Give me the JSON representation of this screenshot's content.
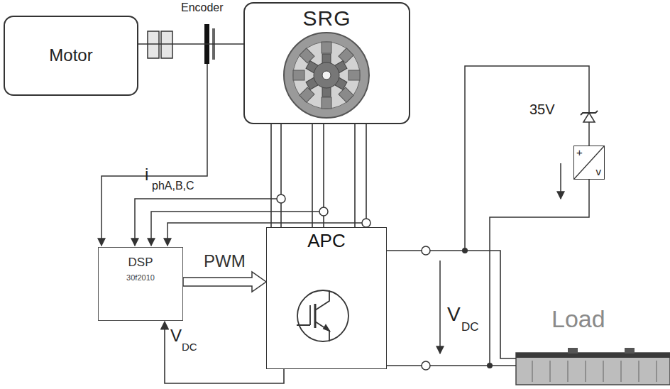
{
  "diagram": {
    "nodes": [
      {
        "text": [
          "Motor"
        ]
      },
      {
        "text": [
          "SRG"
        ]
      },
      {
        "text": [
          "DSP",
          "30f2010"
        ]
      },
      {
        "text": [
          "APC"
        ]
      },
      {
        "text": [
          "+",
          "v"
        ]
      },
      {
        "text": [
          "Load"
        ]
      }
    ],
    "edges": [
      {
        "from": 0,
        "to": 1,
        "arrow": "none"
      },
      {
        "from": 1,
        "to": 3,
        "arrow": "none"
      },
      {
        "from": 2,
        "to": 3,
        "label": "PWM",
        "arrow": "to"
      },
      {
        "from": 3,
        "to": 5,
        "arrow": "none"
      },
      {
        "from": 3,
        "to": 2,
        "arrow": "to"
      }
    ],
    "labels": [
      "Encoder",
      "i",
      "phA,B,C",
      "35V",
      "V",
      "DC",
      "V",
      "DC"
    ]
  }
}
